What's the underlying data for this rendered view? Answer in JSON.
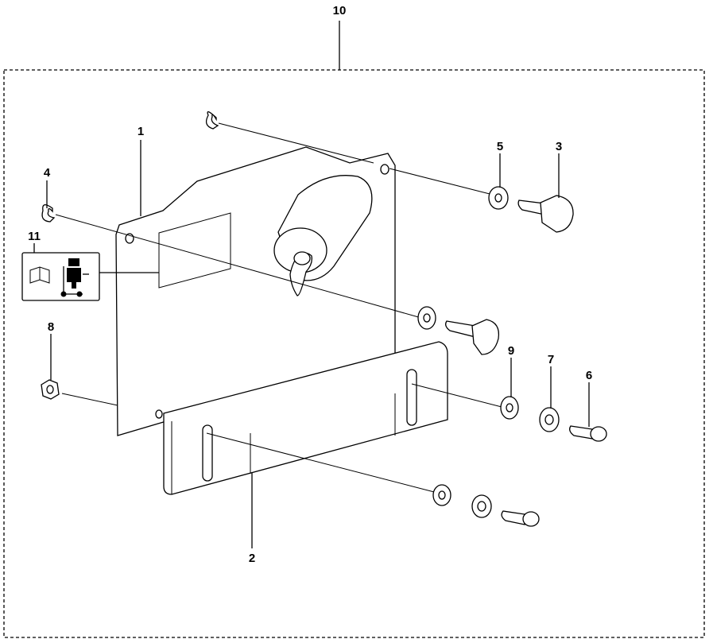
{
  "callouts": [
    {
      "id": "10",
      "label": "10"
    },
    {
      "id": "1",
      "label": "1"
    },
    {
      "id": "2",
      "label": "2"
    },
    {
      "id": "3",
      "label": "3"
    },
    {
      "id": "4",
      "label": "4"
    },
    {
      "id": "5",
      "label": "5"
    },
    {
      "id": "6",
      "label": "6"
    },
    {
      "id": "7",
      "label": "7"
    },
    {
      "id": "8",
      "label": "8"
    },
    {
      "id": "9",
      "label": "9"
    },
    {
      "id": "11",
      "label": "11"
    }
  ]
}
